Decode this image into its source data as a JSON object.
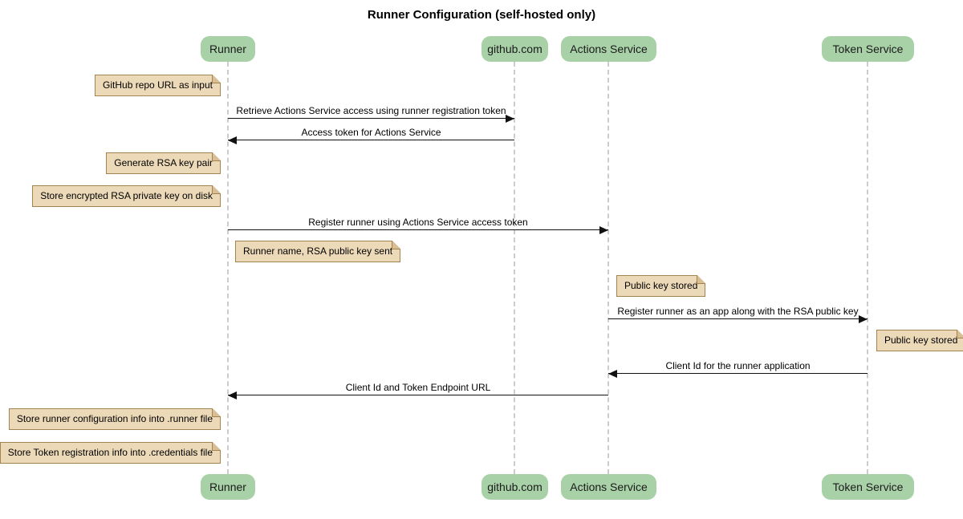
{
  "title": "Runner Configuration (self-hosted only)",
  "diagram_type": "sequence-diagram",
  "participants": [
    {
      "id": "runner",
      "label": "Runner"
    },
    {
      "id": "github",
      "label": "github.com"
    },
    {
      "id": "actions",
      "label": "Actions Service"
    },
    {
      "id": "token",
      "label": "Token Service"
    }
  ],
  "messages": [
    {
      "from": "Runner",
      "to": "github.com",
      "direction": "right",
      "label": "Retrieve Actions Service access using runner registration token"
    },
    {
      "from": "github.com",
      "to": "Runner",
      "direction": "left",
      "label": "Access token for Actions Service"
    },
    {
      "from": "Runner",
      "to": "Actions Service",
      "direction": "right",
      "label": "Register runner using Actions Service access token"
    },
    {
      "from": "Actions Service",
      "to": "Token Service",
      "direction": "right",
      "label": "Register runner as an app along with the RSA public key"
    },
    {
      "from": "Token Service",
      "to": "Actions Service",
      "direction": "left",
      "label": "Client Id for the runner application"
    },
    {
      "from": "Actions Service",
      "to": "Runner",
      "direction": "left",
      "label": "Client Id and Token Endpoint URL"
    }
  ],
  "notes": [
    {
      "position": "left of Runner",
      "text": "GitHub repo URL as input"
    },
    {
      "position": "left of Runner",
      "text": "Generate RSA key pair"
    },
    {
      "position": "left of Runner",
      "text": "Store encrypted RSA private key on disk"
    },
    {
      "position": "right of Runner",
      "text": "Runner name, RSA public key sent"
    },
    {
      "position": "right of Actions Service",
      "text": "Public key stored"
    },
    {
      "position": "right of Token Service",
      "text": "Public key stored"
    },
    {
      "position": "left of Runner",
      "text": "Store runner configuration info into .runner file"
    },
    {
      "position": "left of Runner",
      "text": "Store Token registration info into .credentials file"
    }
  ],
  "colors": {
    "participant_fill": "#a8d1a8",
    "note_fill": "#ecd9b8",
    "note_border": "#a3834f",
    "note_fold": "#d9bd94",
    "lifeline": "#cccccc",
    "arrow": "#111111",
    "text": "#1a1a1a"
  }
}
